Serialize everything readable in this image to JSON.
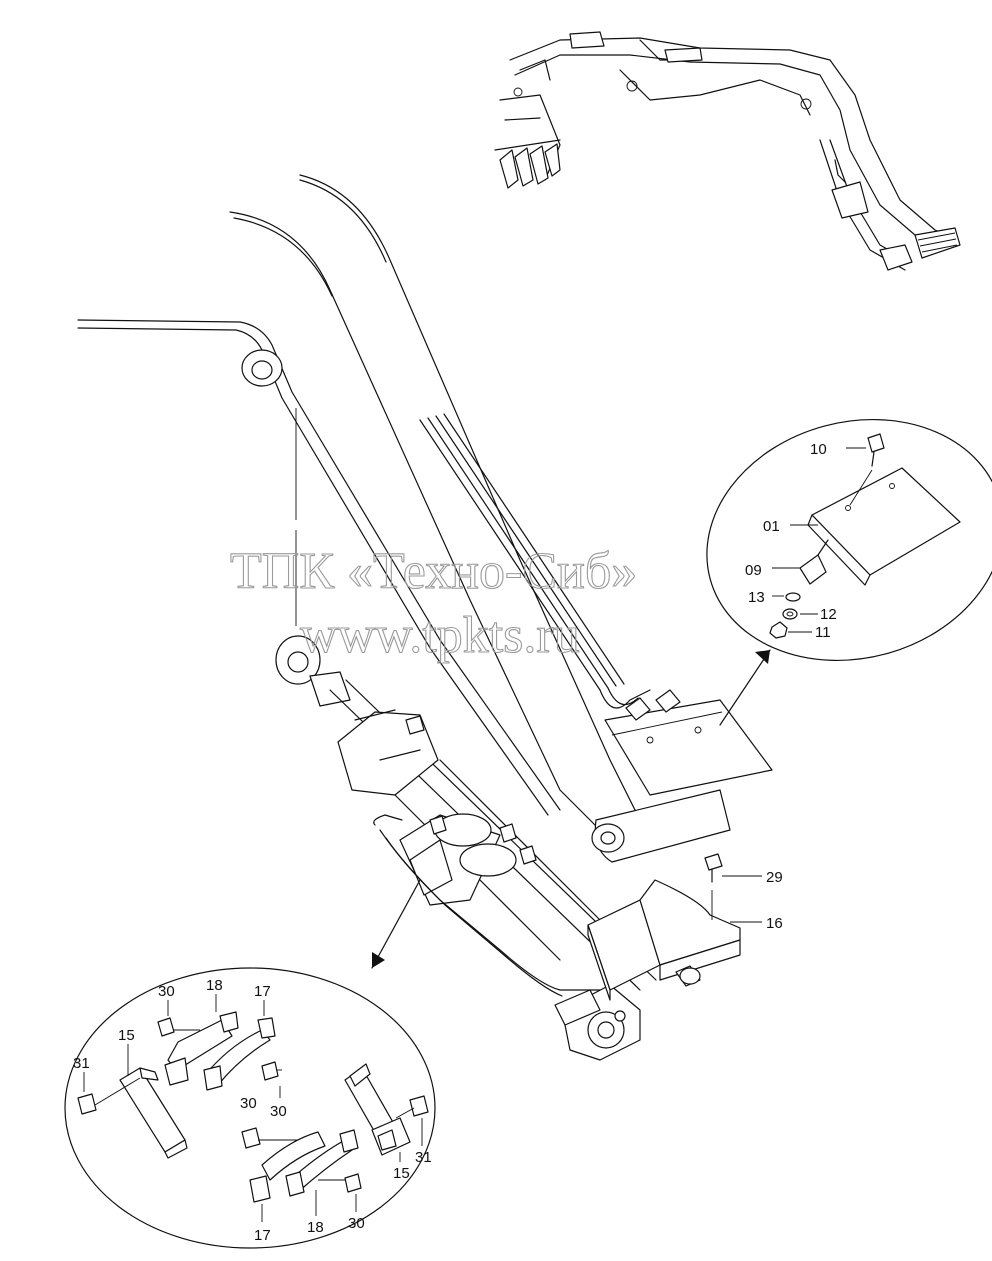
{
  "watermark": {
    "company": "ТПК «Техно-Сиб»",
    "website": "www.tpkts.ru"
  },
  "callouts": {
    "c10": "10",
    "c01": "01",
    "c09": "09",
    "c13": "13",
    "c12": "12",
    "c11": "11",
    "c29": "29",
    "c16": "16",
    "c30a": "30",
    "c18a": "18",
    "c17a": "17",
    "c15a": "15",
    "c31a": "31",
    "c30b": "30",
    "c30c": "30",
    "c15b": "15",
    "c31b": "31",
    "c17b": "17",
    "c18b": "18",
    "c30d": "30"
  }
}
